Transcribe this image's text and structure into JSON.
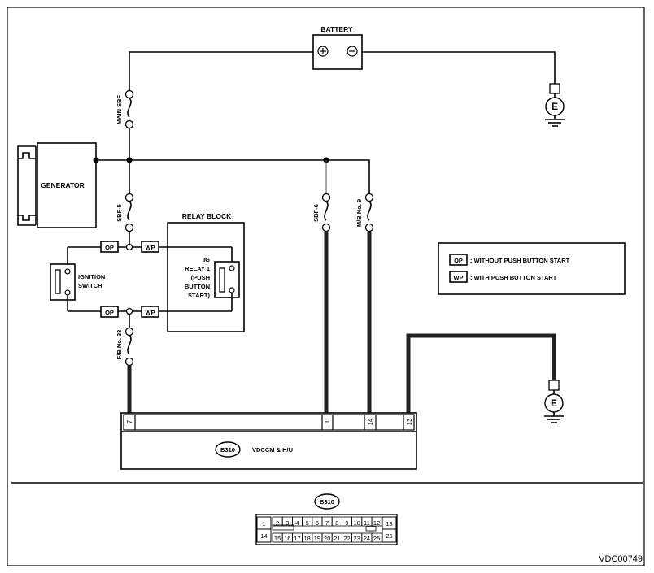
{
  "battery": {
    "label": "BATTERY"
  },
  "ground_symbol": "E",
  "fuses": {
    "main_sbf": "MAIN SBF",
    "sbf5": "SBF-5",
    "sbf6": "SBF-6",
    "mb9": "M/B No. 9",
    "fb33": "F/B No. 33"
  },
  "generator": {
    "label": "GENERATOR"
  },
  "relay_block": {
    "title": "RELAY BLOCK",
    "relay_lines": [
      "IG",
      "RELAY 1",
      "(PUSH",
      "BUTTON",
      "START)"
    ]
  },
  "ignition_switch": {
    "lines": [
      "IGNITION",
      "SWITCH"
    ]
  },
  "tags": {
    "op": "OP",
    "wp": "WP"
  },
  "legend": {
    "op_text": ": WITHOUT PUSH BUTTON START",
    "wp_text": ": WITH PUSH BUTTON START"
  },
  "control_unit": {
    "connector": "B310",
    "name": "VDCCM & H/U",
    "pins": [
      "7",
      "1",
      "14",
      "13"
    ]
  },
  "connector_view": {
    "label": "B310",
    "left_top": "1",
    "left_bottom": "14",
    "top_row": [
      "2",
      "3",
      "4",
      "5",
      "6",
      "7",
      "8",
      "9",
      "10",
      "11",
      "12"
    ],
    "bottom_row": [
      "15",
      "16",
      "17",
      "18",
      "19",
      "20",
      "21",
      "22",
      "23",
      "24",
      "25"
    ],
    "right_top": "13",
    "right_bottom": "26"
  },
  "figure_code": "VDC00749"
}
